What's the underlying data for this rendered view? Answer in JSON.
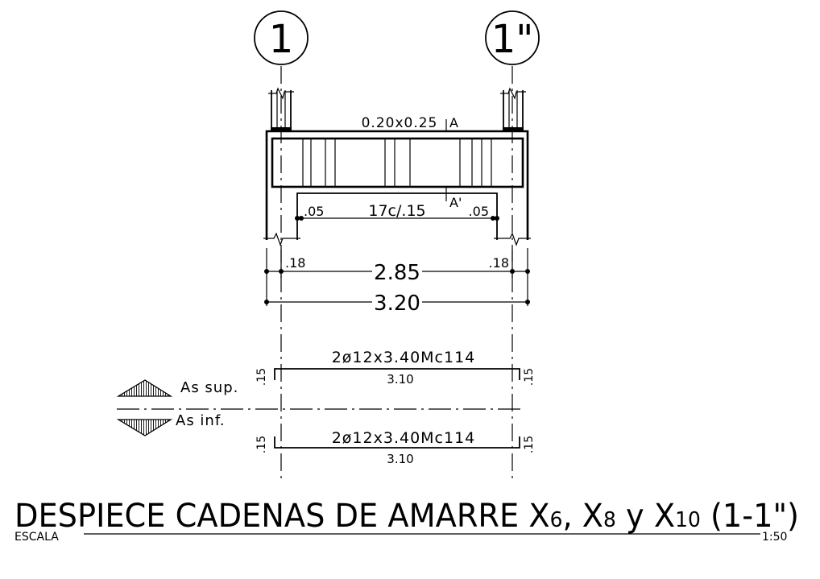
{
  "axes": {
    "left_label": "1",
    "right_label": "1\""
  },
  "beam": {
    "section": "0.20x0.25",
    "cut_top": "A",
    "cut_bottom": "A'",
    "stirrups": "17c/.15",
    "stirrup_edge_left": ".05",
    "stirrup_edge_right": ".05"
  },
  "dimensions": {
    "support_left": ".18",
    "support_right": ".18",
    "clear_span": "2.85",
    "total_span": "3.20"
  },
  "rebar": {
    "top": {
      "legend": "As sup.",
      "spec": "2ø12x3.40Mc114",
      "length": "3.10",
      "hook_left": ".15",
      "hook_right": ".15"
    },
    "bottom": {
      "legend": "As inf.",
      "spec": "2ø12x3.40Mc114",
      "length": "3.10",
      "hook_left": ".15",
      "hook_right": ".15"
    }
  },
  "title": {
    "main": "DESPIECE CADENAS DE AMARRE X",
    "sub1": "6",
    "sep1": ", X",
    "sub2": "8",
    "sep2": " y X",
    "sub3": "10",
    "tail": " (1-1\")",
    "scale_label": "ESCALA",
    "scale_value": "1:50"
  }
}
